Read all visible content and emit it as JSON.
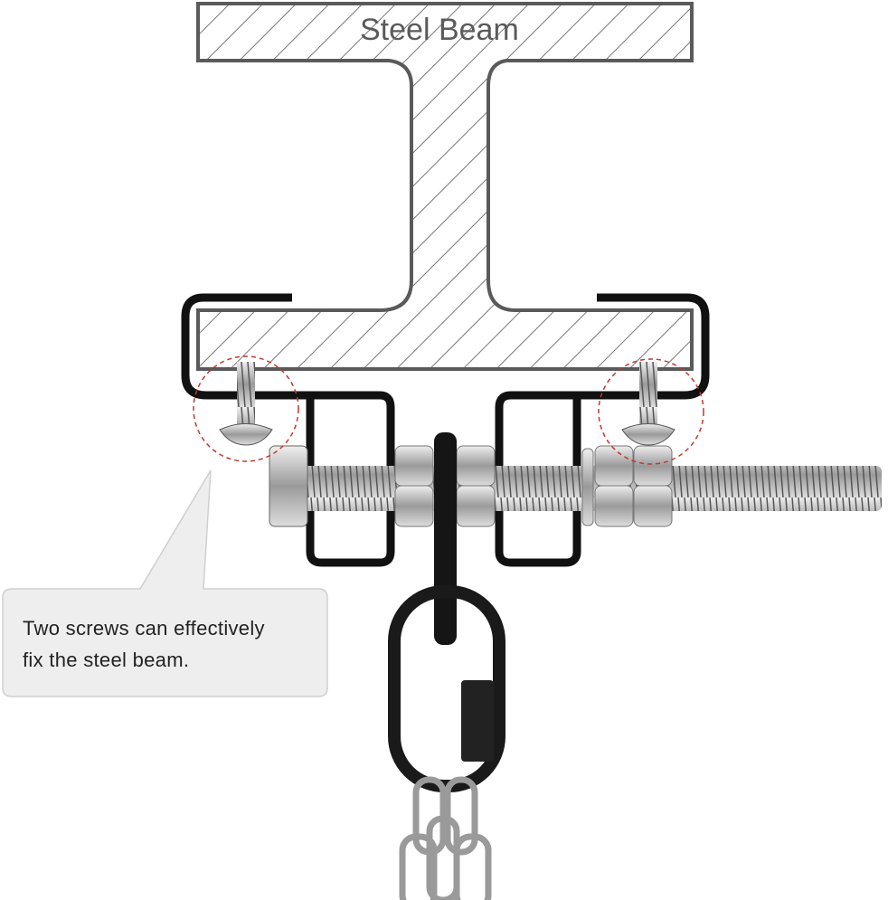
{
  "beam_label": "Steel Beam",
  "callout": {
    "line1": "Two screws can effectively",
    "line2": "fix the steel beam."
  },
  "colors": {
    "beam_outline": "#5a5a5a",
    "bracket": "#111111",
    "highlight_circle": "#c0392b",
    "callout_bg": "#eeeeee",
    "steel": "#b8b8b8"
  }
}
